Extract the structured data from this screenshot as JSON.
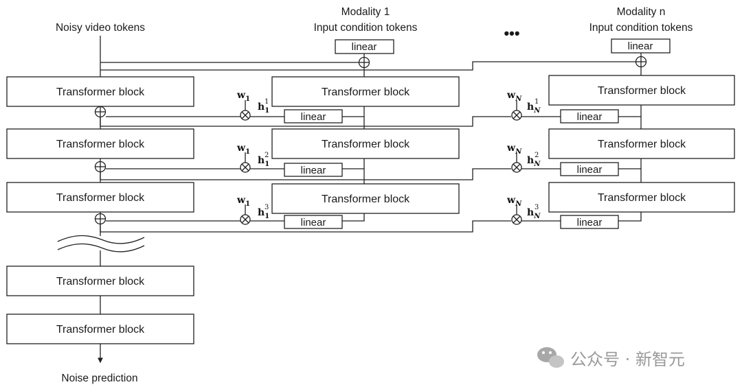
{
  "left_column": {
    "input_label": "Noisy video tokens",
    "output_label": "Noise prediction",
    "blocks": [
      "Transformer block",
      "Transformer block",
      "Transformer block",
      "Transformer block",
      "Transformer block"
    ]
  },
  "modality_1": {
    "title": "Modality 1",
    "subtitle": "Input condition tokens",
    "input_linear": "linear",
    "blocks": [
      "Transformer block",
      "Transformer block",
      "Transformer block"
    ],
    "branch_linears": [
      "linear",
      "linear",
      "linear"
    ],
    "weight_symbol": "w",
    "weight_sub": "1",
    "hidden_symbol": "h",
    "hidden_sub": "1",
    "hidden_sups": [
      "1",
      "2",
      "3"
    ]
  },
  "ellipsis": "•••",
  "modality_n": {
    "title": "Modality n",
    "subtitle": "Input condition tokens",
    "input_linear": "linear",
    "blocks": [
      "Transformer block",
      "Transformer block",
      "Transformer block"
    ],
    "branch_linears": [
      "linear",
      "linear",
      "linear"
    ],
    "weight_symbol": "w",
    "weight_sub": "N",
    "hidden_symbol": "h",
    "hidden_sub": "N",
    "hidden_sups": [
      "1",
      "2",
      "3"
    ]
  },
  "watermark": {
    "text": "公众号 · 新智元",
    "icon": "wechat-icon"
  }
}
